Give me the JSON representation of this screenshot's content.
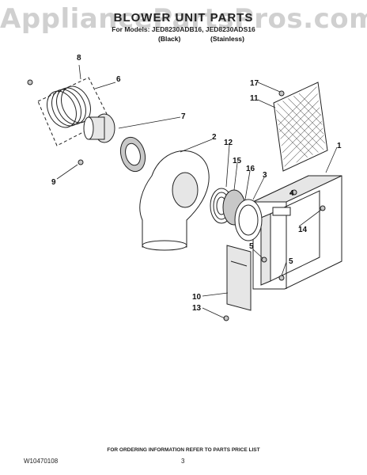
{
  "watermark": "AppliancePartsPros.com",
  "header": {
    "title": "BLOWER UNIT PARTS",
    "models": "For Models: JED8230ADB16, JED8230ADS16",
    "variant_black": "(Black)",
    "variant_stainless": "(Stainless)"
  },
  "callouts": [
    "8",
    "6",
    "7",
    "9",
    "2",
    "12",
    "15",
    "16",
    "3",
    "1",
    "17",
    "11",
    "4",
    "14",
    "5",
    "5",
    "10",
    "13"
  ],
  "footer": {
    "note": "FOR ORDERING INFORMATION REFER TO PARTS PRICE LIST",
    "doc_id": "W10470108",
    "page": "3"
  }
}
